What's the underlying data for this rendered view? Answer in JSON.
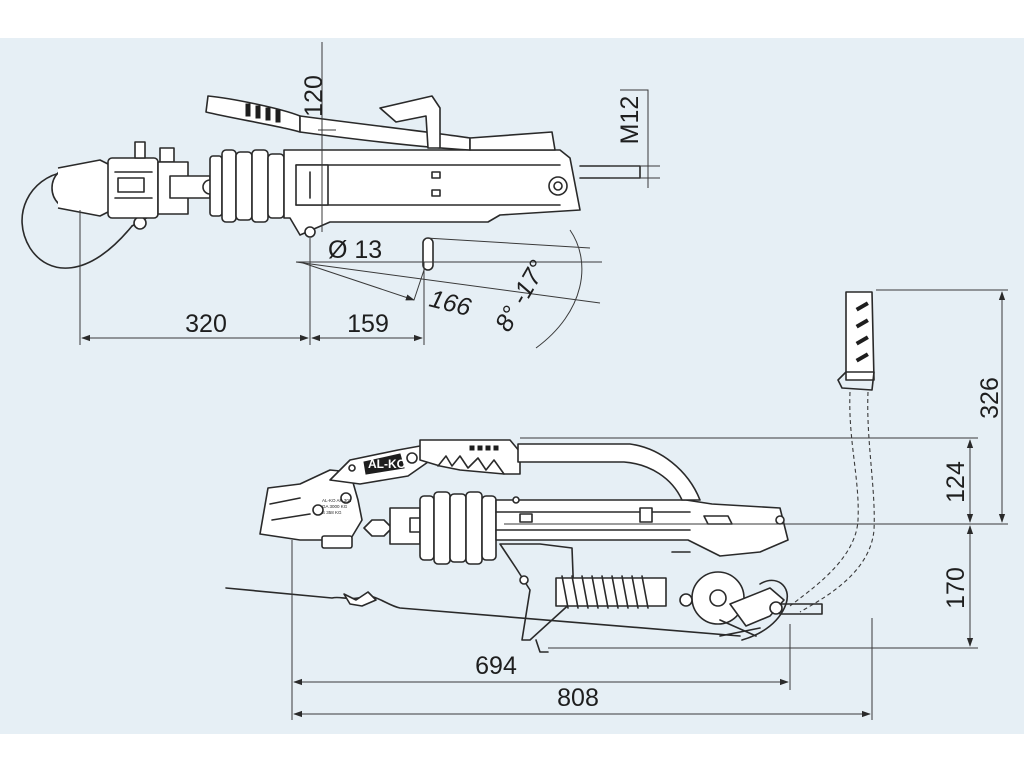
{
  "dimensions": {
    "d120": "120",
    "m12": "M12",
    "dia13": "Ø 13",
    "d166": "166",
    "angle": "8° -17°",
    "d320": "320",
    "d159": "159",
    "d326": "326",
    "d124": "124",
    "d170": "170",
    "d694": "694",
    "d808": "808"
  },
  "markings": {
    "brand": "AL-KO",
    "plate_line1": "AL-KO AK 301",
    "plate_line2": "GA 3000 KG",
    "plate_line3": "S 358 KG"
  },
  "colors": {
    "panel_background": "#e6eff5",
    "line": "#2a2a2a"
  }
}
